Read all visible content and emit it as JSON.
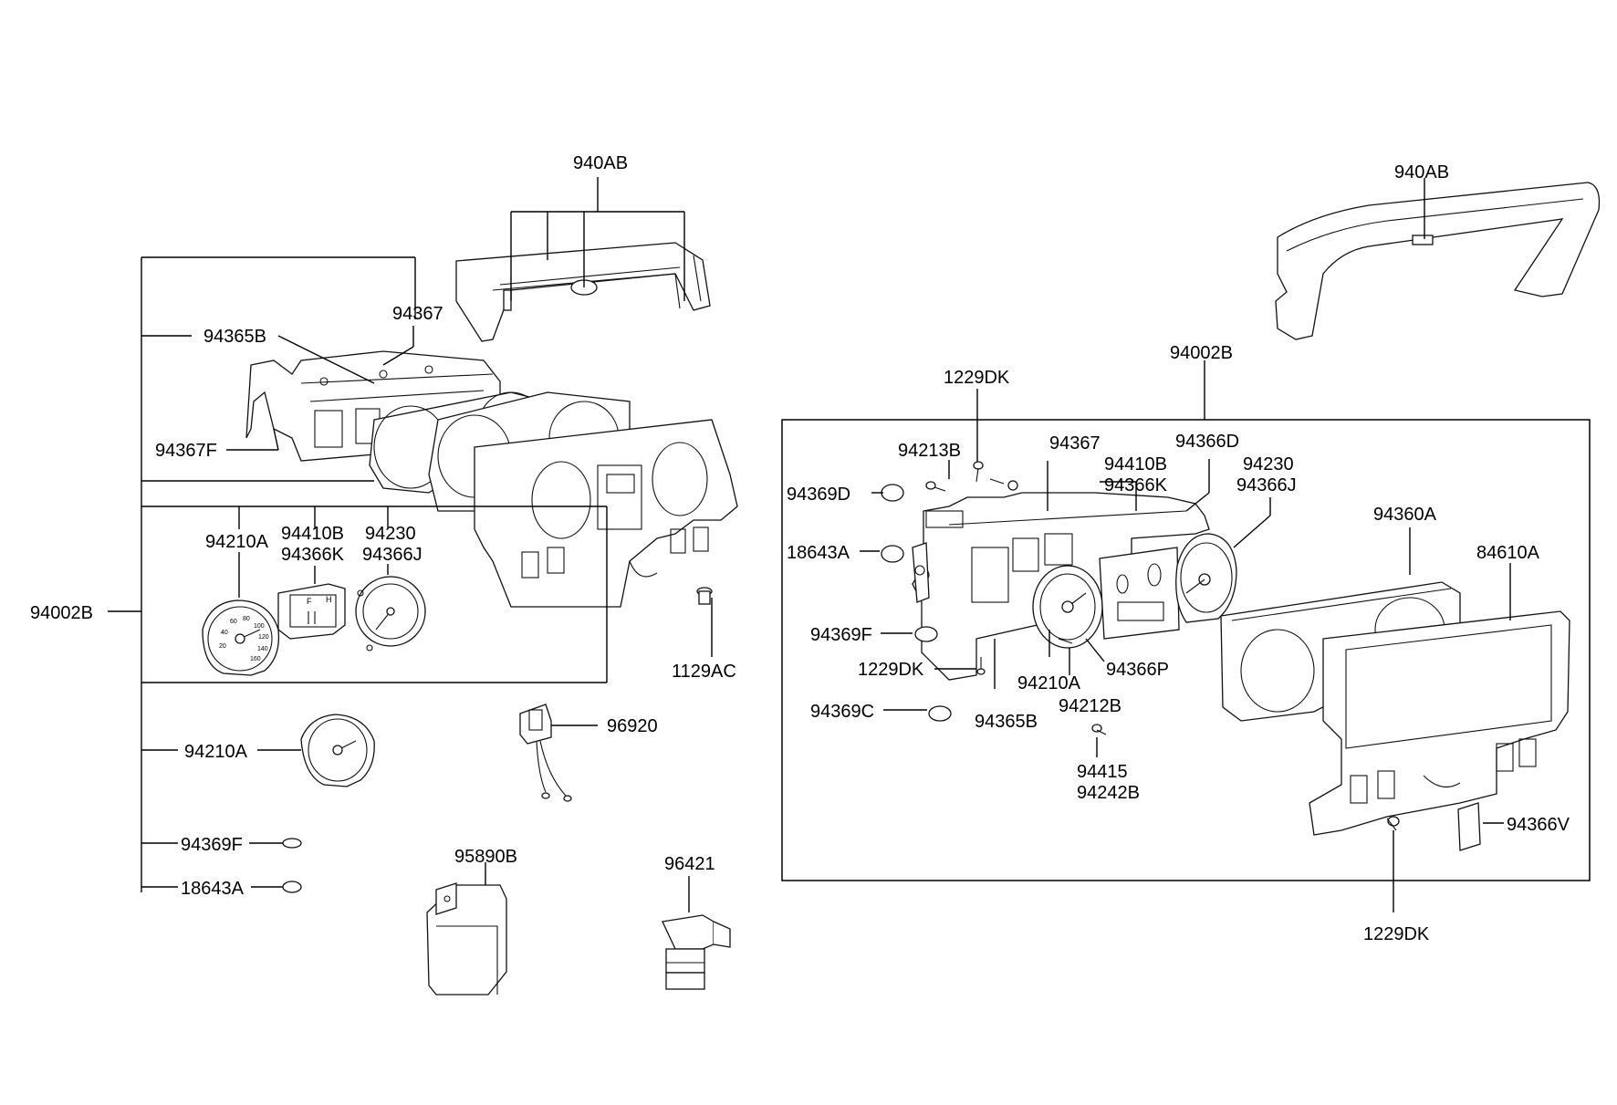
{
  "labels": {
    "l_940ab": "940AB",
    "l_94367": "94367",
    "l_94365b": "94365B",
    "l_94367f": "94367F",
    "l_94210a": "94210A",
    "l_94410b": "94410B",
    "l_94366k": "94366K",
    "l_94230": "94230",
    "l_94366j": "94366J",
    "l_94002b": "94002B",
    "l_1129ac": "1129AC",
    "l_96920": "96920",
    "l_94210a_2": "94210A",
    "l_94369f": "94369F",
    "l_18643a": "18643A",
    "l_95890b": "95890B",
    "l_96421": "96421",
    "r_940ab": "940AB",
    "r_94002b": "94002B",
    "r_1229dk_top": "1229DK",
    "r_94213b": "94213B",
    "r_94369d": "94369D",
    "r_18643a": "18643A",
    "r_94369f": "94369F",
    "r_1229dk_mid": "1229DK",
    "r_94369c": "94369C",
    "r_94367": "94367",
    "r_94410b": "94410B",
    "r_94366k": "94366K",
    "r_94366d": "94366D",
    "r_94230": "94230",
    "r_94366j": "94366J",
    "r_94360a": "94360A",
    "r_84610a": "84610A",
    "r_94210a": "94210A",
    "r_94366p": "94366P",
    "r_94365b": "94365B",
    "r_94212b": "94212B",
    "r_94415": "94415",
    "r_94242b": "94242B",
    "r_94366v": "94366V",
    "r_1229dk_bot": "1229DK"
  },
  "gauge_text": {
    "fuel_f": "F",
    "temp_h": "H",
    "speed_20": "20",
    "speed_40": "40",
    "speed_60": "60",
    "speed_80": "80",
    "speed_100": "100",
    "speed_120": "120",
    "speed_140": "140",
    "speed_160": "160"
  }
}
